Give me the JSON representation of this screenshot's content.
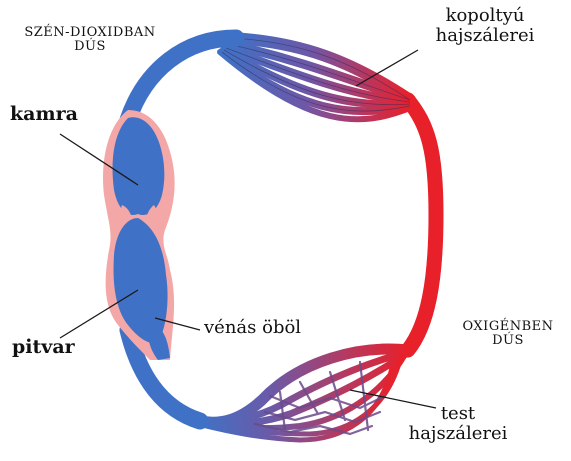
{
  "labels": {
    "co2_rich": {
      "line1": "SZÉN-DIOXIDBAN",
      "line2": "DÚS"
    },
    "oxygen_rich": {
      "line1": "OXIGÉNBEN",
      "line2": "DÚS"
    },
    "gill_capillaries": {
      "line1": "kopoltyú",
      "line2": "hajszálerei"
    },
    "body_capillaries": {
      "line1": "test",
      "line2": "hajszálerei"
    },
    "ventricle": "kamra",
    "atrium": "pitvar",
    "sinus_venosus": "vénás öböl"
  },
  "colors": {
    "deoxygenated": "#3f72c6",
    "oxygenated": "#e8202a",
    "heart_wall": "#f4a7a7",
    "mixed": "#7a4f9a",
    "leader_line": "#1a1a1a"
  }
}
